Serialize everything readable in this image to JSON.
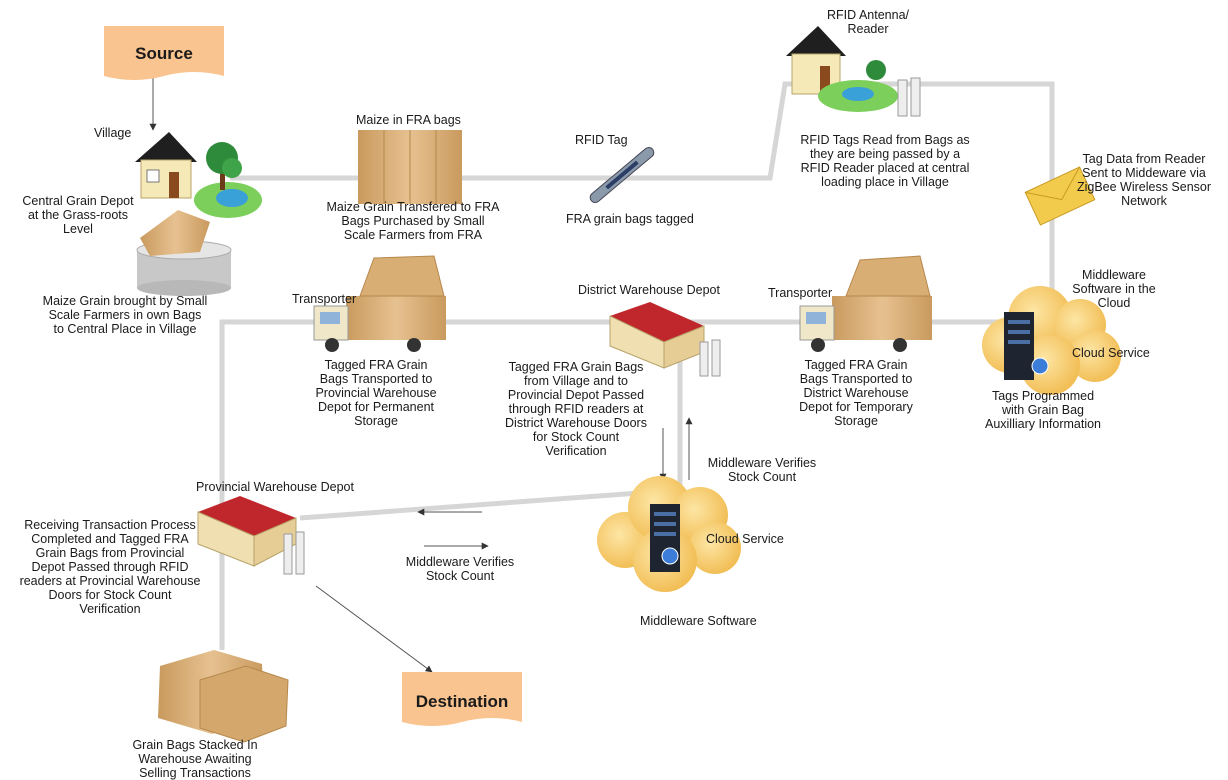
{
  "banners": {
    "source": "Source",
    "destination": "Destination"
  },
  "labels": {
    "village": "Village",
    "central_depot": "Central Grain Depot\nat the Grass-roots\nLevel",
    "farmers_bring": "Maize Grain brought by Small\nScale Farmers in own Bags\nto Central Place in Village",
    "maize_fra_bags": "Maize in FRA bags",
    "maize_transferred": "Maize Grain Transfered to FRA\nBags Purchased by Small\nScale Farmers from FRA",
    "rfid_tag": "RFID Tag",
    "bags_tagged": "FRA grain bags tagged",
    "rfid_antenna": "RFID Antenna/\nReader",
    "tags_read": "RFID Tags Read from Bags as\nthey are being passed by a\nRFID Reader placed at central\nloading place in Village",
    "tag_data": "Tag Data from Reader\nSent to Middeware via\nZigBee Wireless Sensor\nNetwork",
    "middleware_cloud": "Middleware\nSoftware in the\nCloud",
    "cloud_service_1": "Cloud Service",
    "tags_programmed": "Tags Programmed\nwith Grain Bag\nAuxilliary Information",
    "transporter_right": "Transporter",
    "transported_district": "Tagged FRA Grain\nBags Transported to\nDistrict Warehouse\nDepot for Temporary\nStorage",
    "district_depot": "District Warehouse Depot",
    "district_passed": "Tagged FRA Grain Bags\nfrom Village and to\nProvincial Depot Passed\nthrough RFID readers at\nDistrict Warehouse Doors\nfor Stock Count\nVerification",
    "transporter_left": "Transporter",
    "transported_provincial": "Tagged FRA Grain\nBags Transported to\nProvincial Warehouse\nDepot for Permanent\nStorage",
    "middleware_verifies_1": "Middleware Verifies\nStock Count",
    "cloud_service_2": "Cloud Service",
    "middleware_software": "Middleware Software",
    "provincial_depot": "Provincial Warehouse Depot",
    "receiving": "Receiving Transaction Process\nCompleted and Tagged FRA\nGrain Bags from Provincial\nDepot Passed through RFID\nreaders at Provincial Warehouse\nDoors for Stock Count\nVerification",
    "middleware_verifies_2": "Middleware Verifies\nStock Count",
    "stacked": "Grain Bags Stacked In\nWarehouse Awaiting\nSelling Transactions"
  },
  "icons": [
    "house-icon",
    "pond-icon",
    "tree-icon",
    "grain-bin-icon",
    "bags-icon",
    "rfid-tag-icon",
    "rfid-reader-icon",
    "envelope-icon",
    "server-icon",
    "cloud-icon",
    "truck-icon",
    "warehouse-icon"
  ],
  "colors": {
    "banner": "#f9c48f",
    "path": "#d8d8d8",
    "bags": "#d9ae74",
    "roof": "#c0272d",
    "cloud": "#f5c465",
    "envelope": "#f3cb4c"
  }
}
